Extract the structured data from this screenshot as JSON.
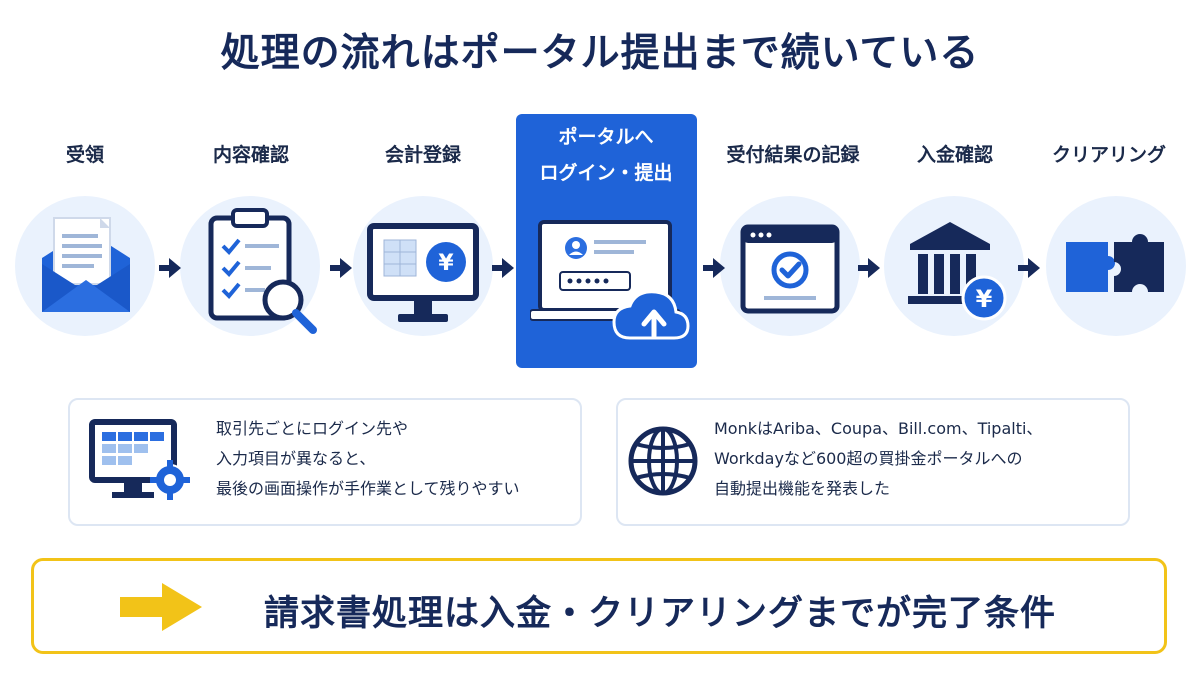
{
  "title": "処理の流れはポータル提出まで続いている",
  "steps": [
    {
      "label": "受領",
      "icon": "envelope-document-icon"
    },
    {
      "label": "内容確認",
      "icon": "clipboard-magnifier-icon"
    },
    {
      "label": "会計登録",
      "icon": "monitor-yen-icon"
    },
    {
      "label": "ポータルへ",
      "label2": "ログイン・提出",
      "icon": "laptop-login-upload-icon",
      "highlighted": true
    },
    {
      "label": "受付結果の記録",
      "icon": "browser-checkmark-icon"
    },
    {
      "label": "入金確認",
      "icon": "bank-yen-icon"
    },
    {
      "label": "クリアリング",
      "icon": "puzzle-pieces-icon"
    }
  ],
  "info_boxes": [
    {
      "icon": "monitor-gear-icon",
      "lines": [
        "取引先ごとにログイン先や",
        "入力項目が異なると、",
        "最後の画面操作が手作業として残りやすい"
      ]
    },
    {
      "icon": "globe-icon",
      "lines": [
        "MonkはAriba、Coupa、Bill.com、Tipalti、",
        "Workdayなど600超の買掛金ポータルへの",
        "自動提出機能を発表した"
      ]
    }
  ],
  "conclusion": {
    "icon": "yellow-arrow-icon",
    "text": "請求書処理は入金・クリアリングまでが完了条件"
  },
  "colors": {
    "navy": "#16295a",
    "blue": "#1f63d8",
    "light_blue_bg": "#eaf2fd",
    "yellow": "#f2c318"
  }
}
